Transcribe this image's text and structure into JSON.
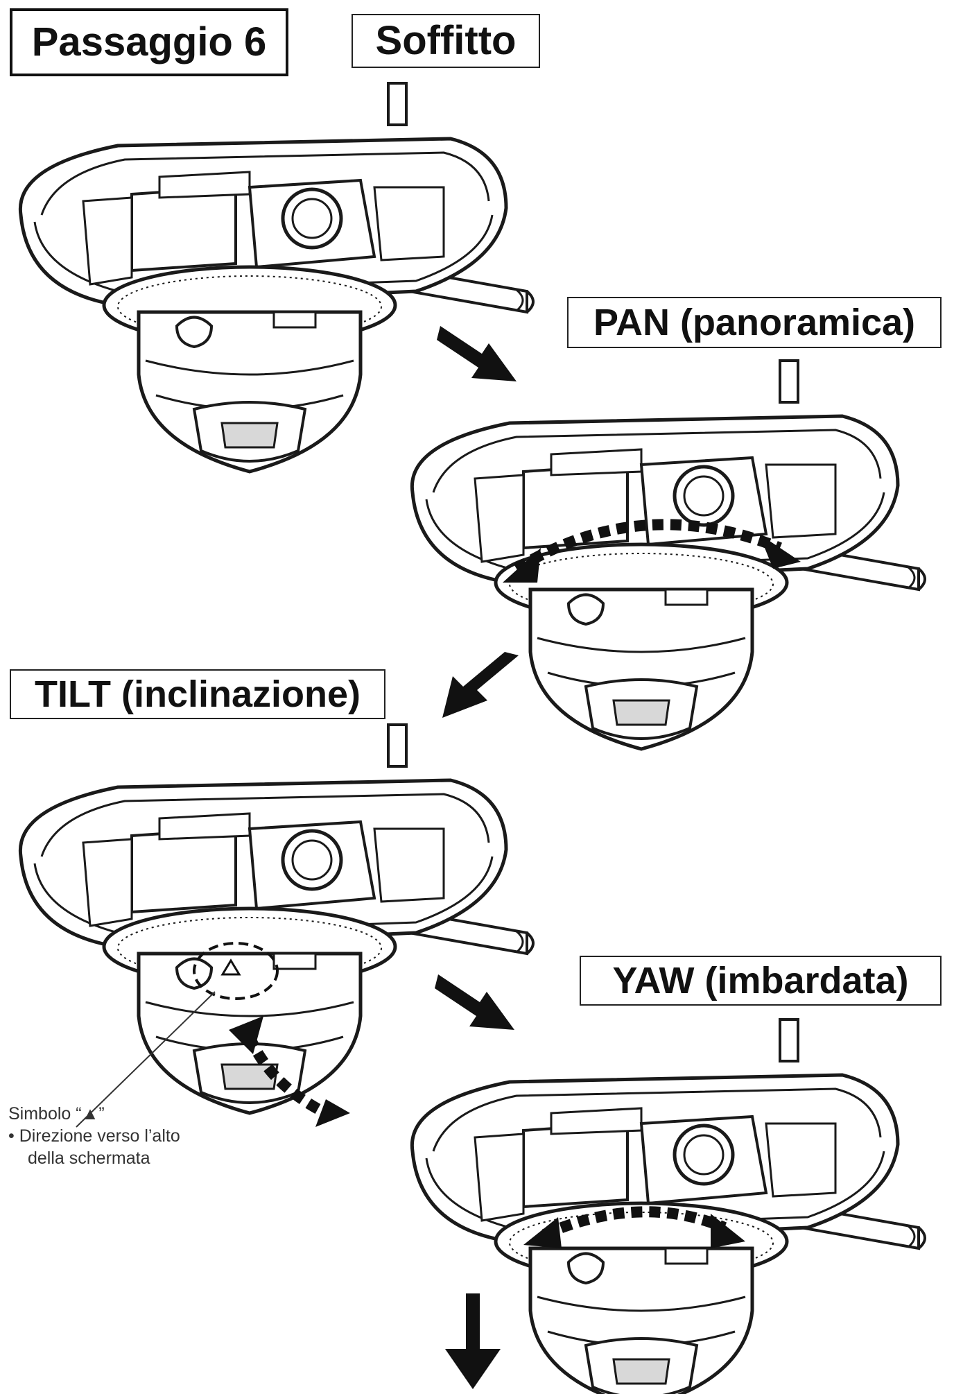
{
  "step_label": "Passaggio 6",
  "ceiling_label": "Soffitto",
  "pan_label": "PAN (panoramica)",
  "tilt_label": "TILT (inclinazione)",
  "yaw_label": "YAW (imbardata)",
  "symbol_note": {
    "title": "Simbolo “▲”",
    "bullet": "• Direzione verso l’alto",
    "bullet_cont": "della schermata"
  },
  "colors": {
    "line": "#1a1a1a",
    "fill": "#ffffff",
    "shade": "#d8d8d8"
  }
}
